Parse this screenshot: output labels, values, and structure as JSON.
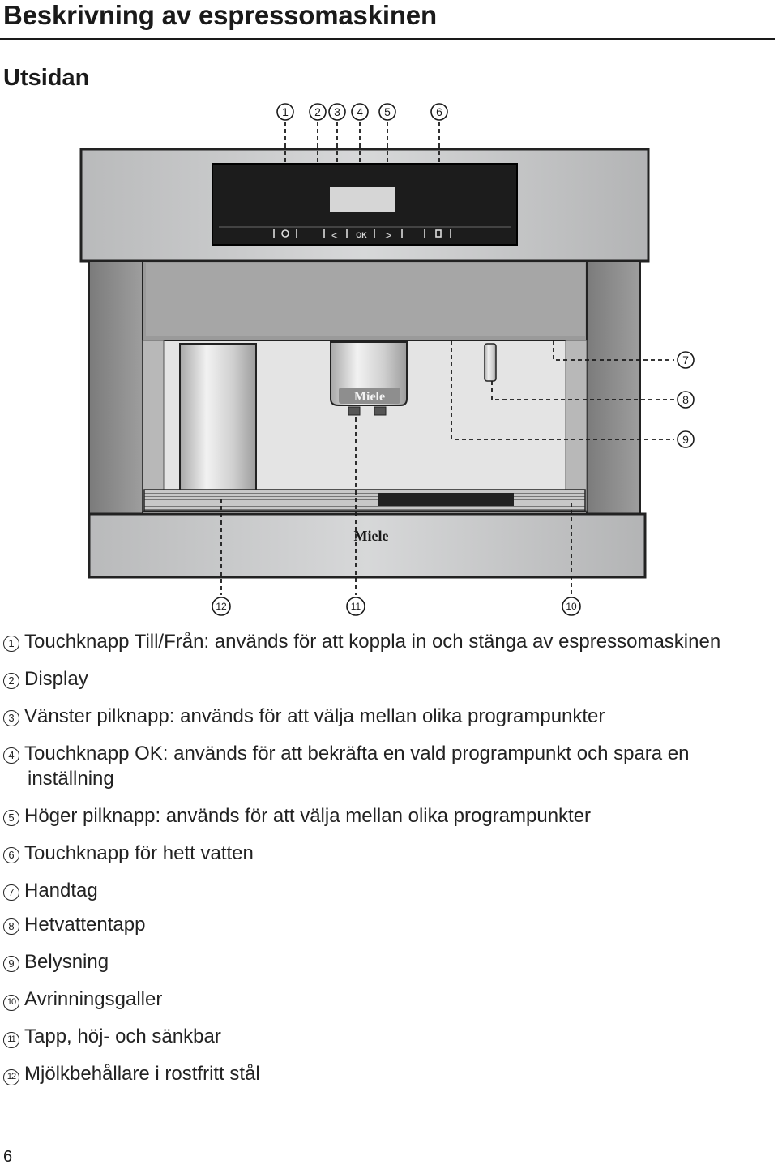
{
  "header": {
    "title": "Beskrivning av espressomaskinen"
  },
  "section": {
    "title": "Utsidan"
  },
  "diagram": {
    "callouts_top": [
      "1",
      "2",
      "3",
      "4",
      "5",
      "6"
    ],
    "callouts_right": [
      "7",
      "8",
      "9"
    ],
    "callouts_bottom": [
      "12",
      "11",
      "10"
    ],
    "control_panel_labels": {
      "ok": "OK",
      "left": "<",
      "right": ">"
    },
    "brand": "Miele",
    "colors": {
      "frame": "#c9cacb",
      "panel": "#1c1c1c",
      "display": "#d6d6d6",
      "interior": "#e4e4e4",
      "side": "#8c8c8c"
    }
  },
  "legend": {
    "items": [
      {
        "num": "1",
        "text": "Touchknapp Till/Från: används för att koppla in och stänga av espressomaskinen"
      },
      {
        "num": "2",
        "text": "Display"
      },
      {
        "num": "3",
        "text": "Vänster pilknapp: används för att välja mellan olika programpunkter"
      },
      {
        "num": "4",
        "text": "Touchknapp OK: används för att bekräfta en vald programpunkt och spara en"
      },
      {
        "num": "",
        "text": "inställning"
      },
      {
        "num": "5",
        "text": "Höger pilknapp: används för att välja mellan olika programpunkter"
      },
      {
        "num": "6",
        "text": "Touchknapp för hett vatten"
      },
      {
        "num": "7",
        "text": "Handtag"
      },
      {
        "num": "8",
        "text": "Hetvattentapp"
      },
      {
        "num": "9",
        "text": "Belysning"
      },
      {
        "num": "10",
        "text": "Avrinningsgaller"
      },
      {
        "num": "11",
        "text": "Tapp, höj- och sänkbar"
      },
      {
        "num": "12",
        "text": "Mjölkbehållare i rostfritt stål"
      }
    ]
  },
  "footer": {
    "page_number": "6"
  }
}
